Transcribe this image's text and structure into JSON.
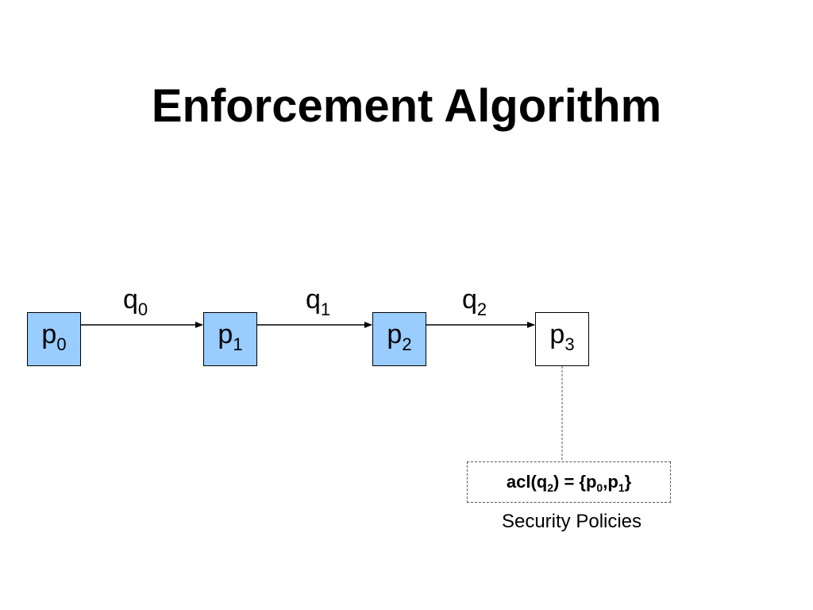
{
  "title": "Enforcement Algorithm",
  "nodes": [
    {
      "base": "p",
      "sub": "0",
      "fill": "#99ccff"
    },
    {
      "base": "p",
      "sub": "1",
      "fill": "#99ccff"
    },
    {
      "base": "p",
      "sub": "2",
      "fill": "#99ccff"
    },
    {
      "base": "p",
      "sub": "3",
      "fill": "#ffffff"
    }
  ],
  "edges": [
    {
      "from": "p0",
      "to": "p1",
      "base": "q",
      "sub": "0"
    },
    {
      "from": "p1",
      "to": "p2",
      "base": "q",
      "sub": "1"
    },
    {
      "from": "p2",
      "to": "p3",
      "base": "q",
      "sub": "2"
    }
  ],
  "policy": {
    "text_prefix": "acl(q",
    "q_sub": "2",
    "text_middle": ") = {p",
    "p_first_sub": "0",
    "separator": ",p",
    "p_second_sub": "1",
    "text_suffix": "}",
    "caption": "Security Policies"
  },
  "colors": {
    "node_fill": "#99ccff",
    "target_fill": "#ffffff",
    "line": "#000000",
    "dashed": "#555555"
  }
}
